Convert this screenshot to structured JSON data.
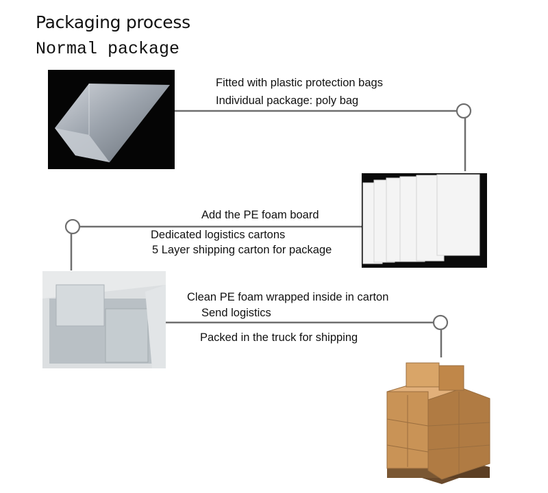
{
  "header": {
    "title": "Packaging process",
    "subtitle": "Normal package"
  },
  "steps": [
    {
      "lines": [
        "Fitted with plastic protection bags",
        "Individual package: poly bag"
      ],
      "image": "poly-bag-photo"
    },
    {
      "lines": [
        "Add the PE foam board",
        "Dedicated logistics cartons",
        "5 Layer shipping carton for package"
      ],
      "image": "pe-foam-board-photo"
    },
    {
      "lines": [
        "Clean PE foam wrapped inside in carton",
        "Send logistics",
        "Packed in the truck for shipping"
      ],
      "image": "carton-with-foam-photo"
    },
    {
      "lines": [],
      "image": "pallet-of-boxes-photo"
    }
  ],
  "colors": {
    "connector": "#6e6e6e",
    "text": "#111111",
    "background": "#ffffff"
  }
}
